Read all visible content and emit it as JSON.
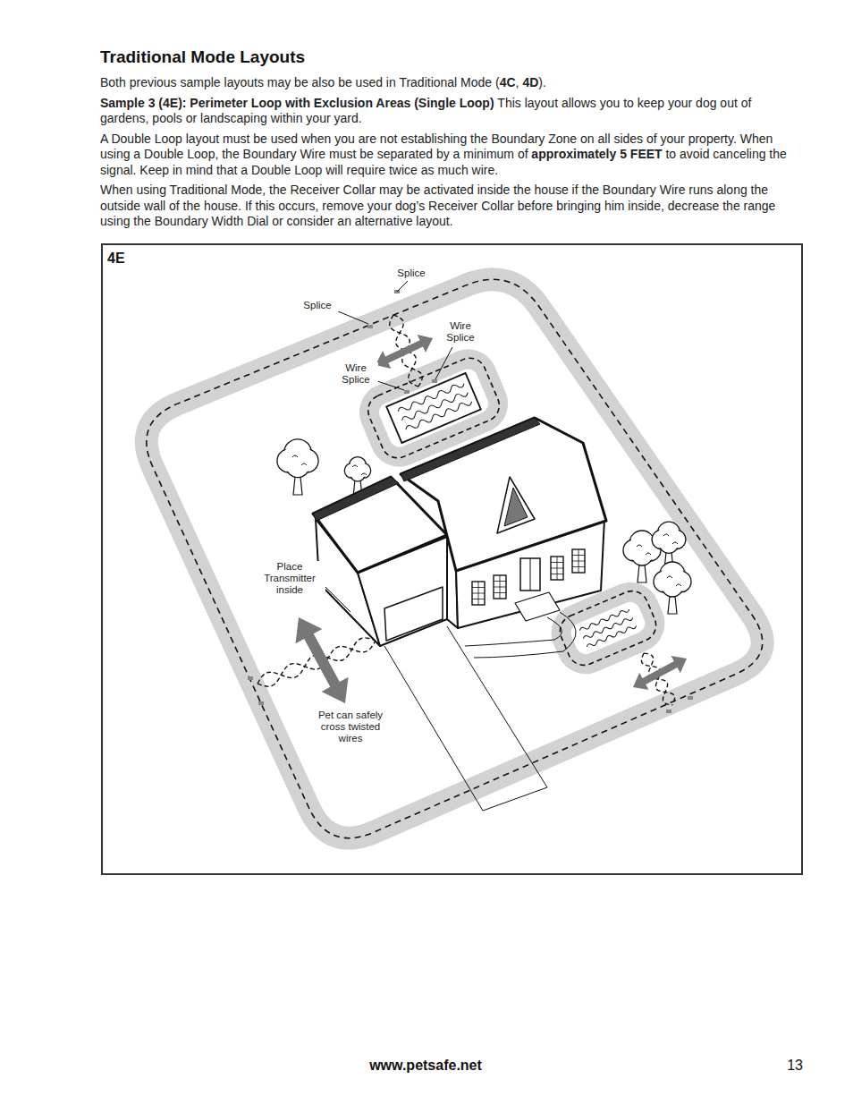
{
  "diagram": {
    "title": "Traditional Mode Layouts",
    "nodes": [
      {
        "text": [
          "4E"
        ]
      }
    ],
    "labels": [
      "Both previous sample layouts may be also be used in Traditional Mode (",
      "4C",
      ", ",
      "4D",
      ").",
      "Sample 3 (4E): Perimeter Loop with Exclusion Areas (Single Loop)",
      "This layout allows you to keep your dog out of gardens, pools or landscaping within your yard.",
      "A Double Loop layout must be used when you are not establishing the Boundary Zone on all sides of your property. When using a Double Loop, the Boundary Wire must be separated by a minimum of",
      "approximately 5 FEET",
      "to avoid canceling the signal. Keep in mind that a Double Loop will require twice as much wire.",
      "When using Traditional Mode, the Receiver Collar may be activated inside the house if the Boundary Wire runs along the outside wall of the house. If this occurs, remove your dog’s Receiver Collar before bringing him inside, decrease the range using the Boundary Width Dial or consider an alternative layout.",
      "Splice",
      "Splice",
      "Wire Splice",
      "Wire Splice",
      "Place Transmitter inside",
      "Pet can safely cross twisted wires",
      "www.petsafe.net",
      "13"
    ]
  }
}
